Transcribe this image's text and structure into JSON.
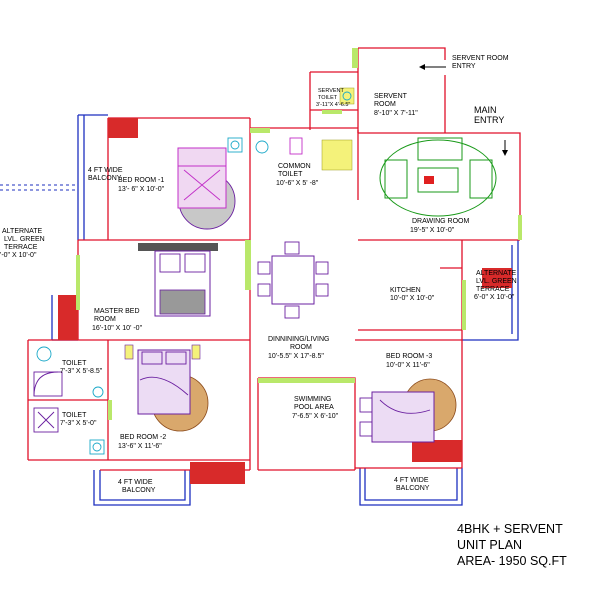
{
  "rooms": {
    "servent_room": {
      "name": "SERVENT",
      "name2": "ROOM",
      "dim": "8'-10\" X 7'-11\""
    },
    "servent_toilet": {
      "name": "SERVENT",
      "name2": "TOILET",
      "dim": "3'-11\"X 4'-6.5\""
    },
    "servent_room_entry": {
      "line1": "SERVENT ROOM",
      "line2": "ENTRY"
    },
    "main_entry": {
      "line1": "MAIN",
      "line2": "ENTRY"
    },
    "bed_room_1": {
      "name": "BED ROOM -1",
      "dim": "13'- 6\" X 10'-0\""
    },
    "common_toilet": {
      "name": "COMMON",
      "name2": "TOILET",
      "dim": "10'-6\" X 5' -8\""
    },
    "drawing_room": {
      "name": "DRAWING ROOM",
      "dim": "19'-5\" X 10'-0\""
    },
    "balcony_top": {
      "line1": "4 FT WIDE",
      "line2": "BALCONY"
    },
    "terrace_left": {
      "line1": "ALTERNATE",
      "line2": "LVL. GREEN",
      "line3": "TERRACE",
      "line4": "'-0\" X 10'-0\""
    },
    "terrace_right": {
      "line1": "ALTERNATE",
      "line2": "LVL. GREEN",
      "line3": "TERRACE",
      "line4": "6'-0\" X 10'-0\""
    },
    "kitchen": {
      "name": "KITCHEN",
      "dim": "10'-0\" X 10'-0\""
    },
    "master_bed": {
      "name": "MASTER BED",
      "name2": "ROOM",
      "dim": "16'-10\" X 10' -0\""
    },
    "dining_living": {
      "name": "DINNINING/LIVING",
      "name2": "ROOM",
      "dim": "10'-5.5\" X 17'-8.5\""
    },
    "toilet_1": {
      "name": "TOILET",
      "dim": "7'-3\" X 5'-8.5\""
    },
    "toilet_2": {
      "name": "TOILET",
      "dim": "7'-3\" X 5'-0\""
    },
    "bed_room_2": {
      "name": "BED ROOM -2",
      "dim": "13'-6\" X 11'-6\""
    },
    "bed_room_3": {
      "name": "BED ROOM -3",
      "dim": "10'-0\" X 11'-6\""
    },
    "swimming_pool": {
      "name": "SWIMMING",
      "name2": "POOL AREA",
      "dim": "7'-6.5\" X 6'-10\""
    },
    "balcony_bottom_left": {
      "line1": "4 FT WIDE",
      "line2": "BALCONY"
    },
    "balcony_bottom_right": {
      "line1": "4 FT WIDE",
      "line2": "BALCONY"
    }
  },
  "title_block": {
    "line1": "4BHK + SERVENT",
    "line2": "UNIT PLAN",
    "line3": "AREA- 1950 SQ.FT"
  },
  "colors": {
    "wall": "#e0102a",
    "outer_wall": "#1c2fbf",
    "hatch": "#d82a2a",
    "window": "#b9e86a",
    "furniture": "#6a1fa0",
    "plant": "#1a9a1a"
  }
}
